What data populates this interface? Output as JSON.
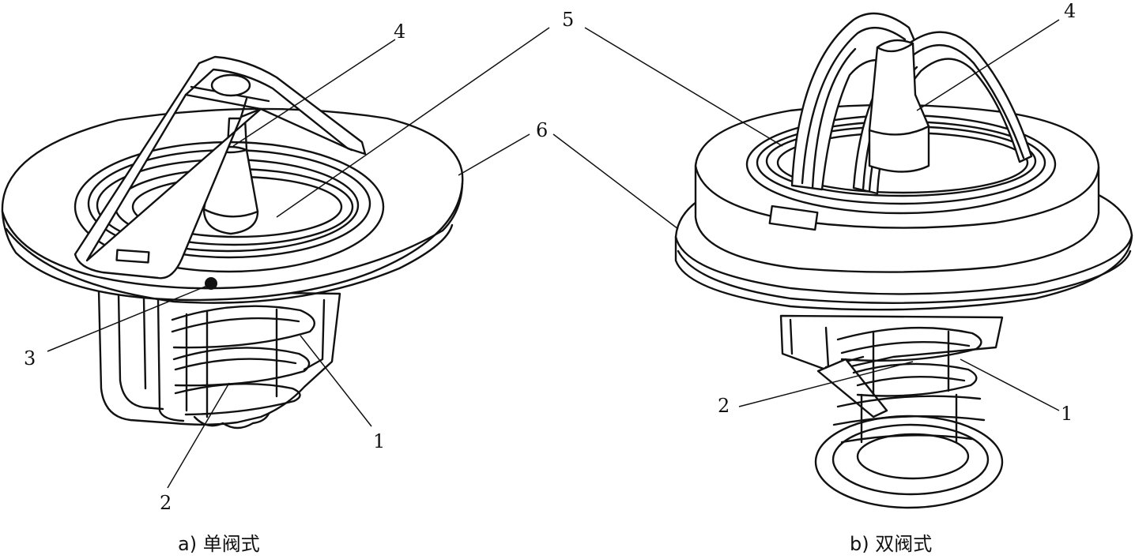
{
  "figure_a": {
    "caption": "a) 单阀式",
    "callouts": {
      "spring": "1",
      "valve": "2",
      "hole": "3",
      "push_rod": "4",
      "valve_seat": "5",
      "flange": "6"
    }
  },
  "figure_b": {
    "caption": "b) 双阀式",
    "callouts": {
      "spring": "1",
      "valve": "2",
      "push_rod": "4",
      "valve_seat": "5"
    }
  }
}
